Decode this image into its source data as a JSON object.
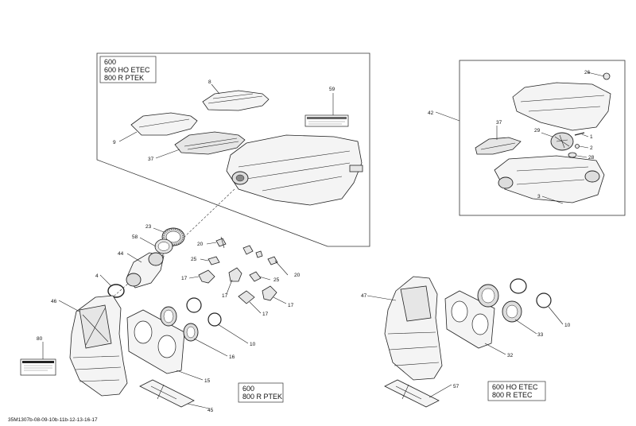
{
  "variant_boxes": {
    "top_left": [
      "600",
      "600 HO ETEC",
      "800 R PTEK"
    ],
    "bottom_mid": [
      "600",
      "800 R PTEK"
    ],
    "bottom_right": [
      "600 HO ETEC",
      "800 R ETEC"
    ]
  },
  "callouts": {
    "p8": "8",
    "p9": "9",
    "p37a": "37",
    "p59": "59",
    "p26": "26",
    "p42": "42",
    "p37b": "37",
    "p29": "29",
    "p1": "1",
    "p2": "2",
    "p28": "28",
    "p3": "3",
    "p23": "23",
    "p58": "58",
    "p20a": "20",
    "p44": "44",
    "p25a": "25",
    "p20b": "20",
    "p4": "4",
    "p17a": "17",
    "p25b": "25",
    "p17b": "17",
    "p17c": "17",
    "p17d": "17",
    "p46": "46",
    "p10a": "10",
    "p80": "80",
    "p16": "16",
    "p15": "15",
    "p45": "45",
    "p47": "47",
    "p33": "33",
    "p10b": "10",
    "p32": "32",
    "p57": "57"
  },
  "drawing_code": "35M1307b-08-09-10b-11b-12-13-16-17",
  "colors": {
    "line": "#222222",
    "fill": "#f4f4f4",
    "background": "#ffffff"
  }
}
